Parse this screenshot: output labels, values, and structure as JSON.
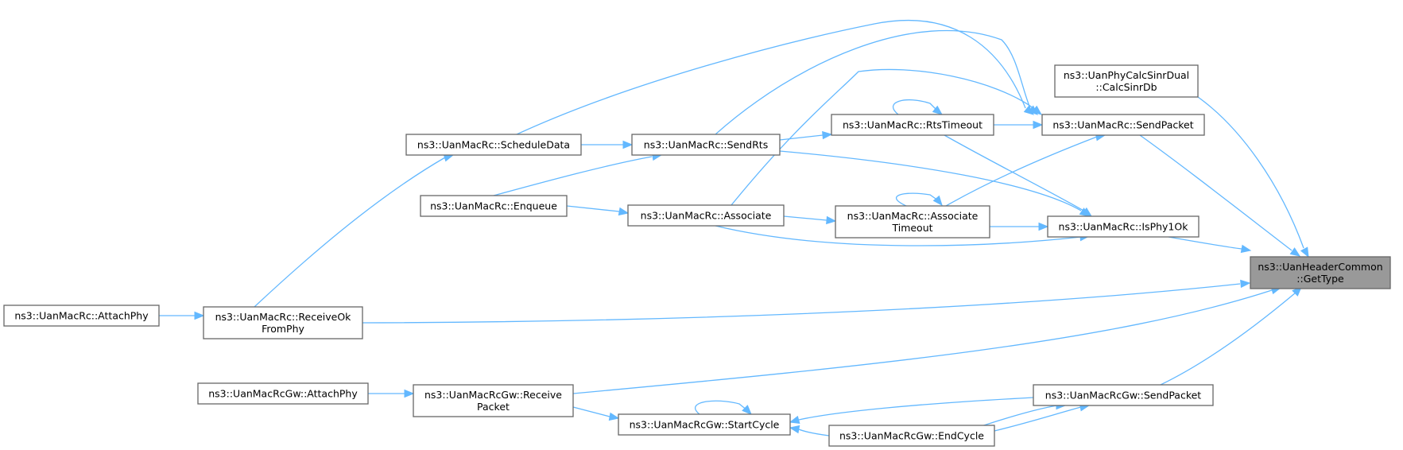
{
  "colors": {
    "edge": "#63b8ff",
    "node_border": "#666666",
    "root_fill": "#999999"
  },
  "nodes": {
    "getType": [
      "ns3::UanHeaderCommon",
      "::GetType"
    ],
    "calcSinrDb": [
      "ns3::UanPhyCalcSinrDual",
      "::CalcSinrDb"
    ],
    "sendPacket": [
      "ns3::UanMacRc::SendPacket"
    ],
    "rtsTimeout": [
      "ns3::UanMacRc::RtsTimeout"
    ],
    "sendRts": [
      "ns3::UanMacRc::SendRts"
    ],
    "scheduleData": [
      "ns3::UanMacRc::ScheduleData"
    ],
    "enqueue": [
      "ns3::UanMacRc::Enqueue"
    ],
    "associate": [
      "ns3::UanMacRc::Associate"
    ],
    "associateTimeout": [
      "ns3::UanMacRc::Associate",
      "Timeout"
    ],
    "isPhy1Ok": [
      "ns3::UanMacRc::IsPhy1Ok"
    ],
    "receiveOk": [
      "ns3::UanMacRc::ReceiveOk",
      "FromPhy"
    ],
    "attachPhy": [
      "ns3::UanMacRc::AttachPhy"
    ],
    "gwReceive": [
      "ns3::UanMacRcGw::Receive",
      "Packet"
    ],
    "gwAttachPhy": [
      "ns3::UanMacRcGw::AttachPhy"
    ],
    "gwSendPacket": [
      "ns3::UanMacRcGw::SendPacket"
    ],
    "gwStartCycle": [
      "ns3::UanMacRcGw::StartCycle"
    ],
    "gwEndCycle": [
      "ns3::UanMacRcGw::EndCycle"
    ]
  }
}
